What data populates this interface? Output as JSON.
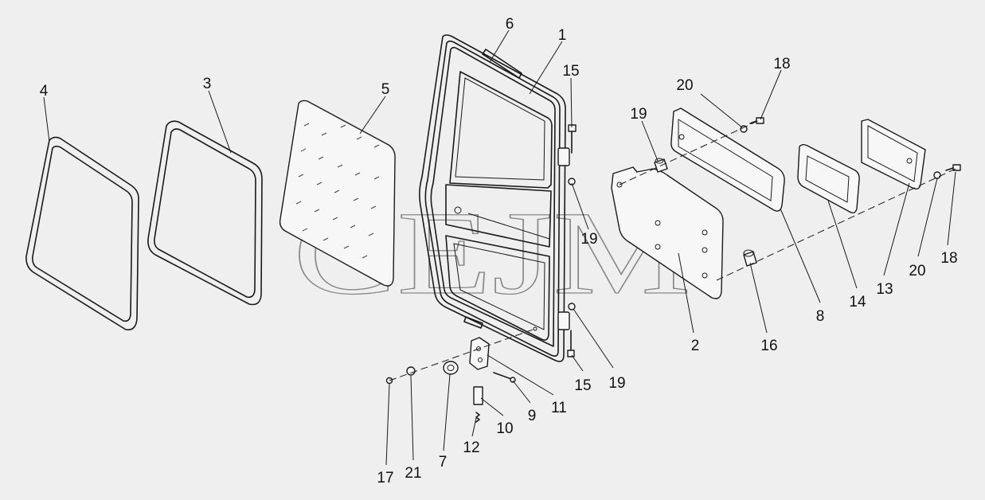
{
  "watermark": "CEJM",
  "callouts": [
    {
      "id": "c1",
      "label": "1"
    },
    {
      "id": "c2",
      "label": "2"
    },
    {
      "id": "c3",
      "label": "3"
    },
    {
      "id": "c4",
      "label": "4"
    },
    {
      "id": "c5",
      "label": "5"
    },
    {
      "id": "c6",
      "label": "6"
    },
    {
      "id": "c7",
      "label": "7"
    },
    {
      "id": "c8",
      "label": "8"
    },
    {
      "id": "c9",
      "label": "9"
    },
    {
      "id": "c10",
      "label": "10"
    },
    {
      "id": "c11",
      "label": "11"
    },
    {
      "id": "c12",
      "label": "12"
    },
    {
      "id": "c13",
      "label": "13"
    },
    {
      "id": "c14",
      "label": "14"
    },
    {
      "id": "c15a",
      "label": "15"
    },
    {
      "id": "c15b",
      "label": "15"
    },
    {
      "id": "c16",
      "label": "16"
    },
    {
      "id": "c17",
      "label": "17"
    },
    {
      "id": "c18a",
      "label": "18"
    },
    {
      "id": "c18b",
      "label": "18"
    },
    {
      "id": "c19a",
      "label": "19"
    },
    {
      "id": "c19b",
      "label": "19"
    },
    {
      "id": "c19c",
      "label": "19"
    },
    {
      "id": "c20a",
      "label": "20"
    },
    {
      "id": "c20b",
      "label": "20"
    },
    {
      "id": "c21",
      "label": "21"
    }
  ]
}
